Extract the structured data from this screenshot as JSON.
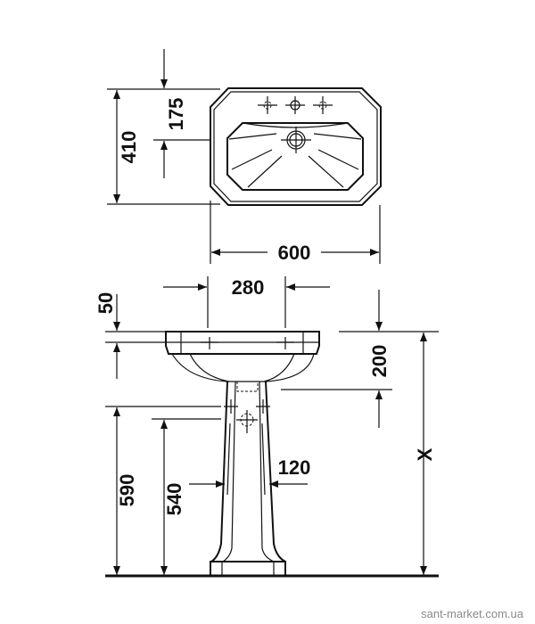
{
  "drawing": {
    "top_view": {
      "width_label": "600",
      "depth_label": "410",
      "tap_offset_label": "175"
    },
    "front_view": {
      "tap_spacing_label": "280",
      "rim_height_label": "50",
      "bowl_depth_label": "200",
      "total_height_label": "X",
      "inlet_height_label": "590",
      "outlet_height_label": "540",
      "pedestal_width_label": "120"
    }
  },
  "watermark": "sant-market.com.ua"
}
